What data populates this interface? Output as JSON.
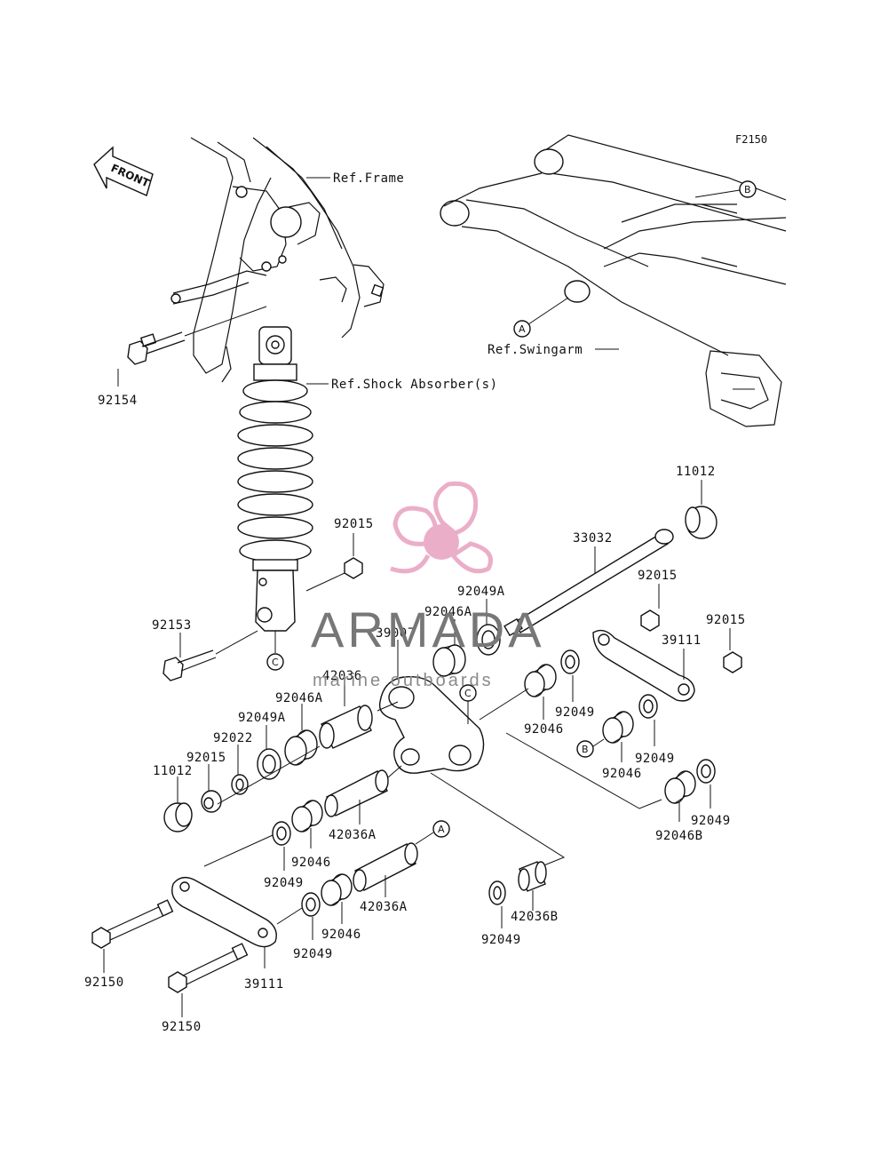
{
  "figure_code": "F2150",
  "front_label": "FRONT",
  "refs": {
    "frame": "Ref.Frame",
    "swingarm": "Ref.Swingarm",
    "shock": "Ref.Shock Absorber(s)"
  },
  "callouts": {
    "a": "A",
    "b": "B",
    "c": "C"
  },
  "parts": {
    "p92154": "92154",
    "p11012_top": "11012",
    "p33032": "33032",
    "p92015_a": "92015",
    "p92015_b": "92015",
    "p92015_c": "92015",
    "p92015_d": "92015",
    "p92153": "92153",
    "p92049A_top": "92049A",
    "p92046A_top": "92046A",
    "p39007": "39007",
    "p39111_right": "39111",
    "p42036": "42036",
    "p92046A_left": "92046A",
    "p92049A_left": "92049A",
    "p92022": "92022",
    "p11012_left": "11012",
    "p92049_r1": "92049",
    "p92046_r1": "92046",
    "p92049_r2": "92049",
    "p92046_r2": "92046",
    "p92049_r3": "92049",
    "p92046B": "92046B",
    "p42036A_mid": "42036A",
    "p92046_l1": "92046",
    "p92049_l1": "92049",
    "p42036A_low": "42036A",
    "p92046_l2": "92046",
    "p92049_l2": "92049",
    "p42036B": "42036B",
    "p92049_low": "92049",
    "p92150_a": "92150",
    "p39111_left": "39111",
    "p92150_b": "92150"
  },
  "watermark": {
    "title": "ARMADA",
    "subtitle": "marine outboards",
    "accent_color": "#e8a0c0"
  }
}
